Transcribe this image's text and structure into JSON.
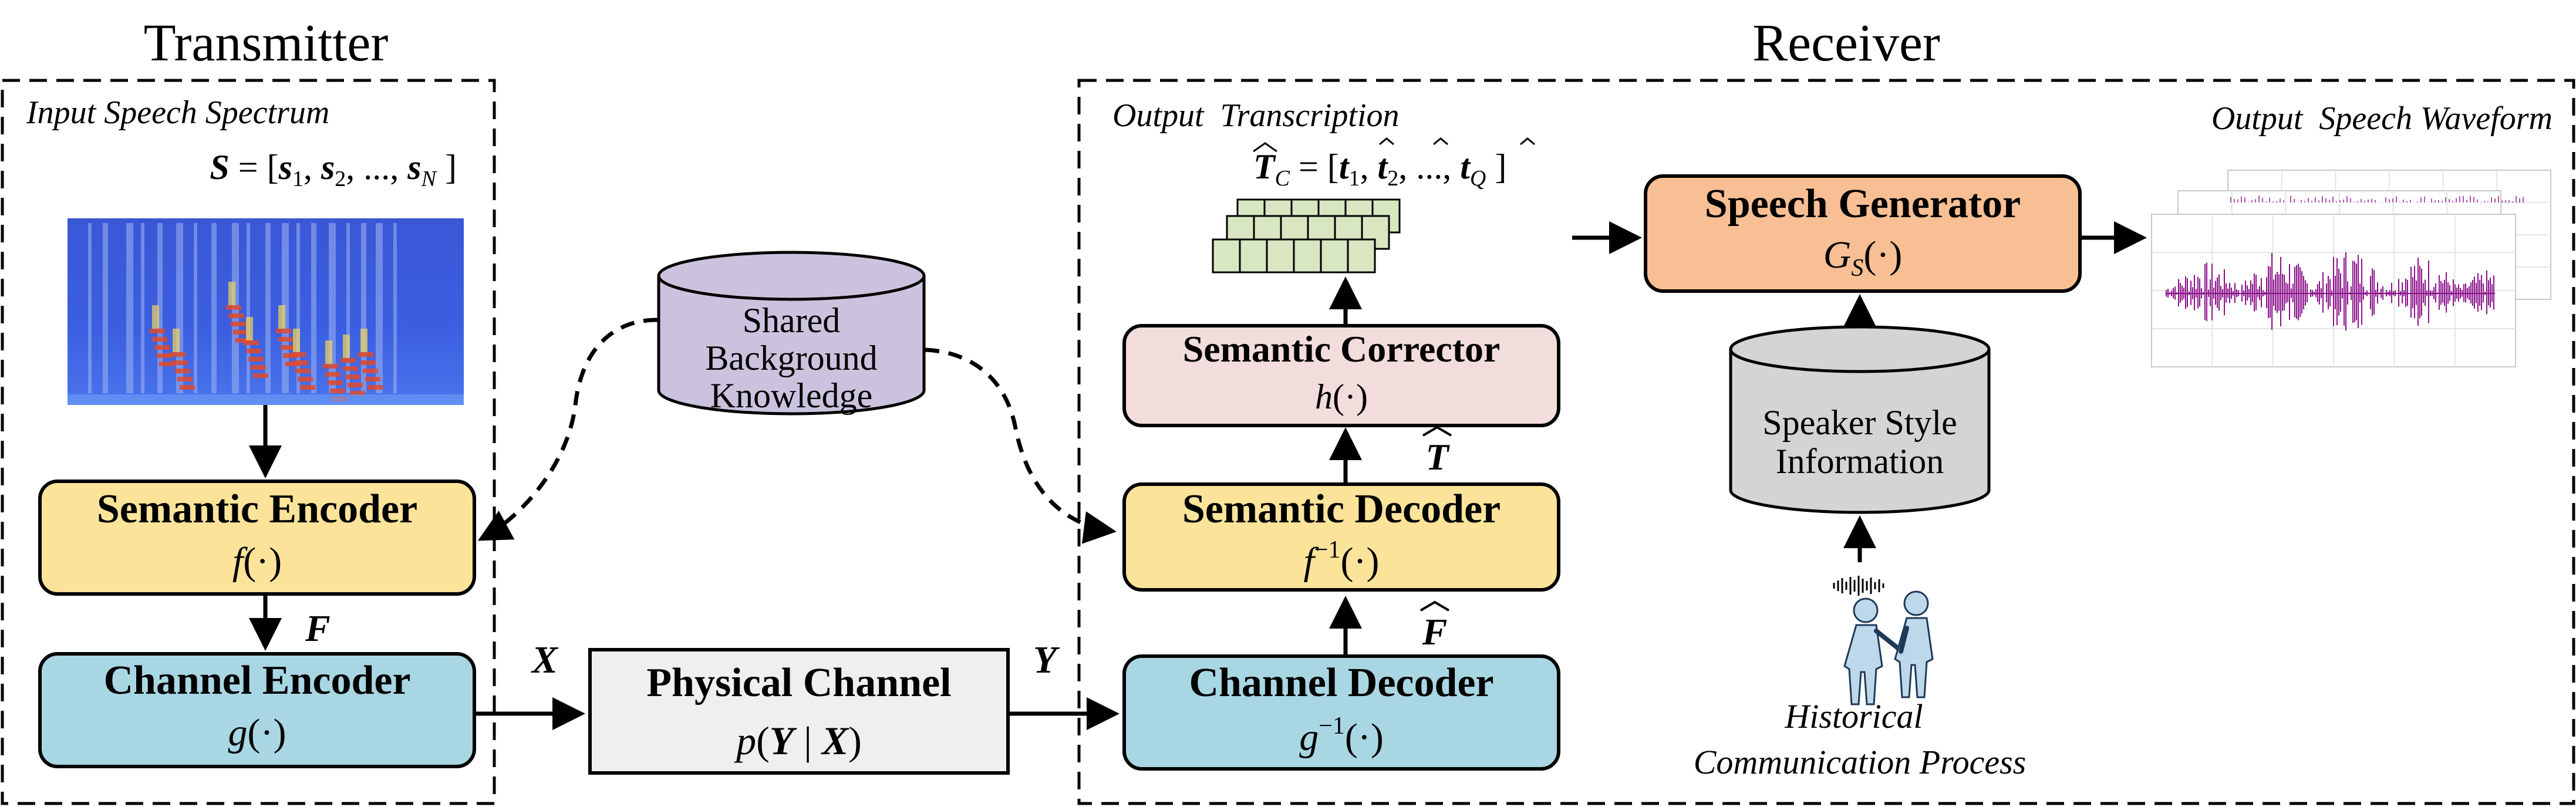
{
  "transmitter": {
    "title": "Transmitter",
    "input_label": "Input Speech Spectrum",
    "input_formula": {
      "lhs": "S",
      "s1": "s",
      "s1_sub": "1",
      "s2": "s",
      "s2_sub": "2",
      "sN": "s",
      "sN_sub": "N"
    },
    "semantic_encoder": {
      "title": "Semantic Encoder",
      "func": "f",
      "arg": "(·)"
    },
    "channel_encoder": {
      "title": "Channel Encoder",
      "func": "g",
      "arg": "(·)"
    },
    "f_label": "F",
    "x_label": "X"
  },
  "shared_knowledge": {
    "line1": "Shared",
    "line2": "Background",
    "line3": "Knowledge"
  },
  "physical_channel": {
    "title": "Physical Channel",
    "expr_p": "p",
    "expr_Y": "Y",
    "expr_X": "X"
  },
  "receiver": {
    "title": "Receiver",
    "y_label": "Y",
    "channel_decoder": {
      "title": "Channel Decoder",
      "func": "g",
      "sup": "−1",
      "arg": "(·)"
    },
    "f_hat_label": "F",
    "semantic_decoder": {
      "title": "Semantic Decoder",
      "func": "f",
      "sup": "−1",
      "arg": "(·)"
    },
    "t_hat_label": "T",
    "semantic_corrector": {
      "title": "Semantic Corrector",
      "func": "h",
      "arg": "(·)"
    },
    "output_transcription_label": "Output  Transcription",
    "transcription_formula": {
      "lhs": "T",
      "lhs_sub": "C",
      "t1_sub": "1",
      "t2_sub": "2",
      "tQ_sub": "Q"
    },
    "speech_generator": {
      "title": "Speech Generator",
      "func": "G",
      "sub": "S",
      "arg": "(·)"
    },
    "speaker_style": {
      "line1": "Speaker Style",
      "line2": "Information"
    },
    "historical": {
      "line1": "Historical",
      "line2": "Communication Process"
    },
    "output_waveform_label": "Output  Speech Waveform"
  },
  "colors": {
    "yellow_box": "#fbe39a",
    "blue_box": "#a9d6e3",
    "pink_box": "#f3dcdc",
    "orange_box": "#f7bf93",
    "gray_box": "#efefef",
    "purple_cyl": "#cbc3de",
    "gray_cyl": "#d4d4d4",
    "grid_green": "#d8e6c2",
    "wave_purple": "#8a0f8a",
    "person_blue": "#bcd8ea"
  }
}
